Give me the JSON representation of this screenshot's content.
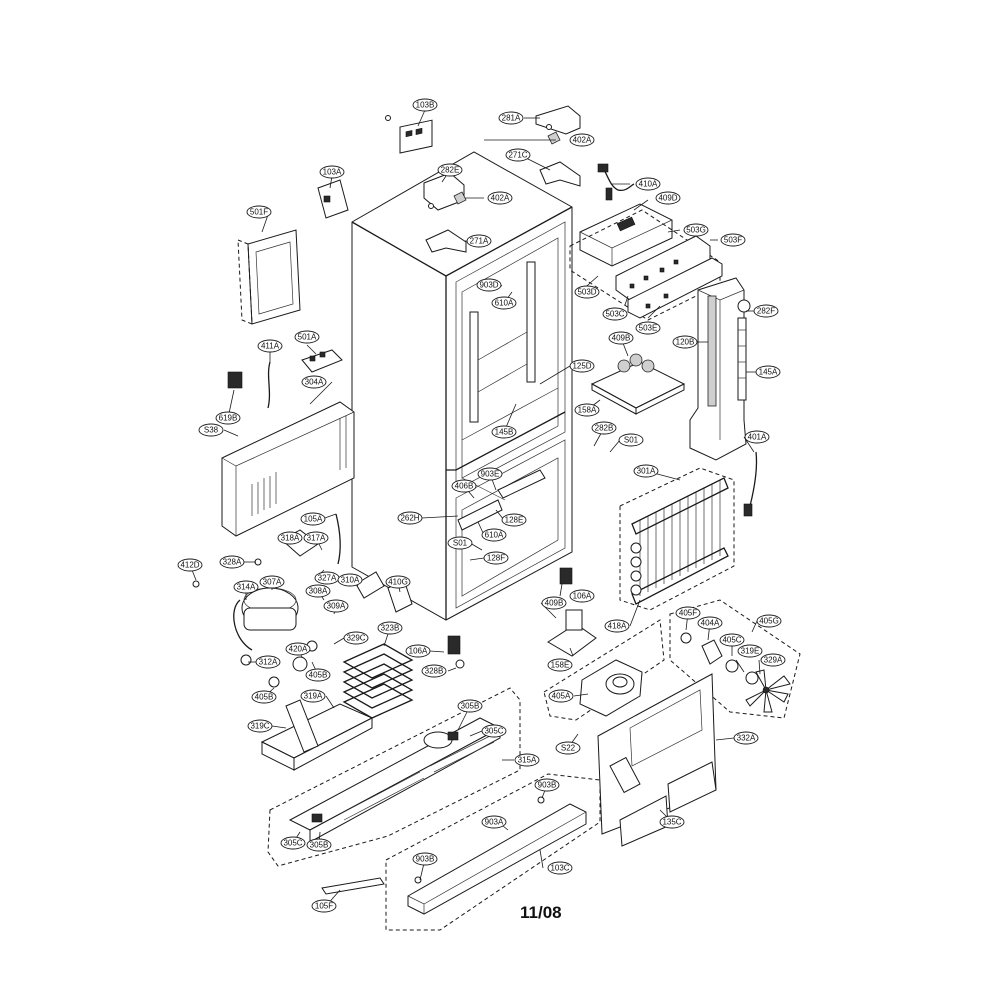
{
  "footer": {
    "date_code": "11/08"
  },
  "parts": [
    "103B",
    "281A",
    "402A",
    "271C",
    "410A",
    "409D",
    "503G",
    "503F",
    "282E",
    "402A",
    "103A",
    "501F",
    "271A",
    "903D",
    "610A",
    "503D",
    "503C",
    "503E",
    "282F",
    "120B",
    "145A",
    "409B",
    "125D",
    "158A",
    "501A",
    "411A",
    "304A",
    "619B",
    "S38",
    "145B",
    "282B",
    "S01",
    "401A",
    "903E",
    "406B",
    "262H",
    "128E",
    "610A",
    "105A",
    "S01",
    "128F",
    "301A",
    "318A",
    "317A",
    "328A",
    "412D",
    "327A",
    "314A",
    "307A",
    "308A",
    "310A",
    "410G",
    "309A",
    "409B",
    "106A",
    "323B",
    "329C",
    "106A",
    "420A",
    "405B",
    "328B",
    "312A",
    "405F",
    "404A",
    "405G",
    "405C",
    "319E",
    "329A",
    "418A",
    "158E",
    "405A",
    "405B",
    "319A",
    "319C",
    "305B",
    "305C",
    "S22",
    "332A",
    "315A",
    "903B",
    "903A",
    "305C",
    "305B",
    "135C",
    "903B",
    "103C",
    "105F"
  ]
}
